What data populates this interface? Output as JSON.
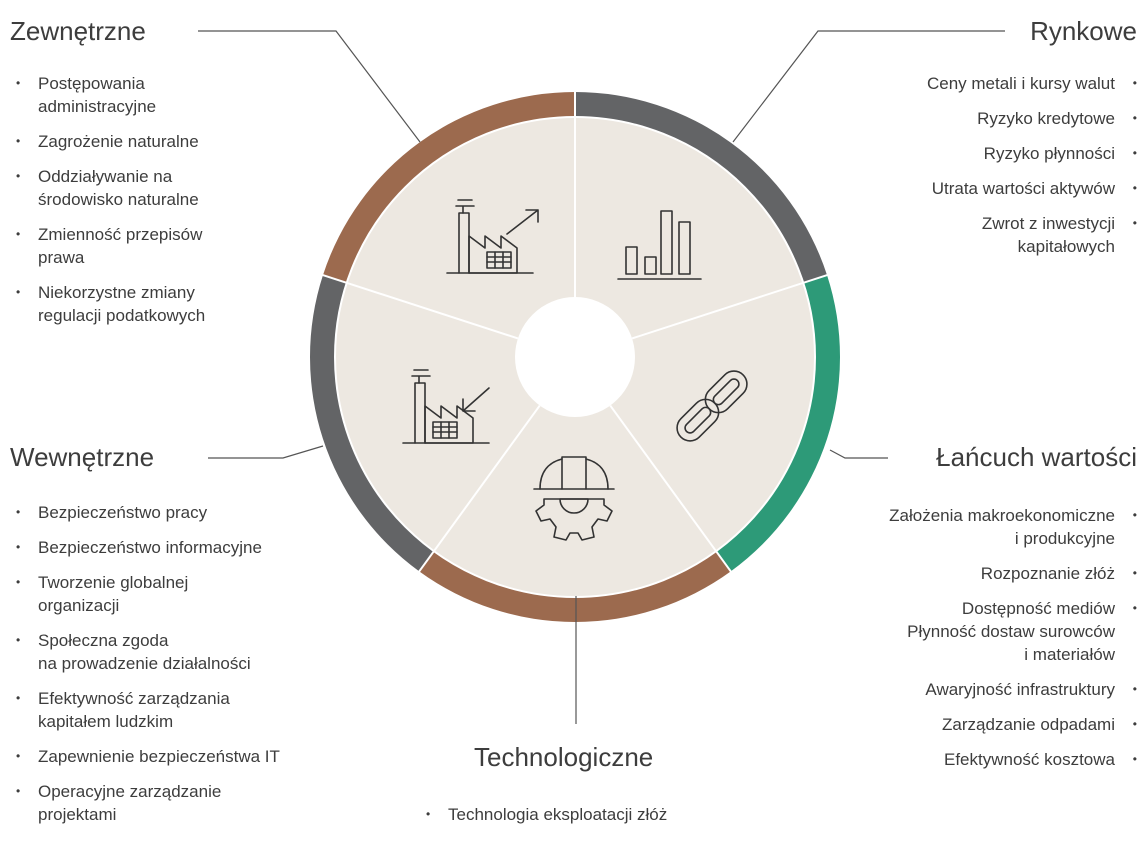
{
  "categories": {
    "zewnetrzne": {
      "title": "Zewnętrzne",
      "icon": "factory-rising-arrow-icon",
      "color": "#9c6a4e",
      "items": [
        [
          "Postępowania",
          "administracyjne"
        ],
        [
          "Zagrożenie naturalne"
        ],
        [
          "Oddziaływanie na",
          "środowisko naturalne"
        ],
        [
          "Zmienność przepisów",
          "prawa"
        ],
        [
          "Niekorzystne zmiany",
          "regulacji podatkowych"
        ]
      ]
    },
    "rynkowe": {
      "title": "Rynkowe",
      "icon": "bar-chart-icon",
      "color": "#636466",
      "items": [
        [
          "Ceny metali i kursy walut"
        ],
        [
          "Ryzyko kredytowe"
        ],
        [
          "Ryzyko płynności"
        ],
        [
          "Utrata wartości aktywów"
        ],
        [
          "Zwrot z inwestycji",
          "kapitałowych"
        ]
      ]
    },
    "lancuch": {
      "title": "Łańcuch wartości",
      "icon": "chain-link-icon",
      "color": "#2d9a78",
      "items": [
        [
          "Założenia makroekonomiczne",
          "i produkcyjne"
        ],
        [
          "Rozpoznanie złóż"
        ],
        [
          "Dostępność mediów",
          "Płynność dostaw surowców",
          "i materiałów"
        ],
        [
          "Awaryjność infrastruktury"
        ],
        [
          "Zarządzanie odpadami"
        ],
        [
          "Efektywność kosztowa"
        ]
      ]
    },
    "technologiczne": {
      "title": "Technologiczne",
      "icon": "helmet-gear-icon",
      "color": "#9c6a4e",
      "items": [
        [
          "Technologia eksploatacji złóż"
        ]
      ]
    },
    "wewnetrzne": {
      "title": "Wewnętrzne",
      "icon": "factory-inward-arrow-icon",
      "color": "#636466",
      "items": [
        [
          "Bezpieczeństwo pracy"
        ],
        [
          "Bezpieczeństwo informacyjne"
        ],
        [
          "Tworzenie globalnej",
          "organizacji"
        ],
        [
          "Społeczna zgoda",
          "na prowadzenie działalności"
        ],
        [
          "Efektywność zarządzania",
          "kapitałem ludzkim"
        ],
        [
          "Zapewnienie bezpieczeństwa IT"
        ],
        [
          "Operacyjne zarządzanie",
          "projektami"
        ]
      ]
    }
  },
  "colors": {
    "segment_fill": "#ede8e1",
    "divider": "#ffffff",
    "line": "#555555",
    "icon_stroke": "#333333"
  }
}
